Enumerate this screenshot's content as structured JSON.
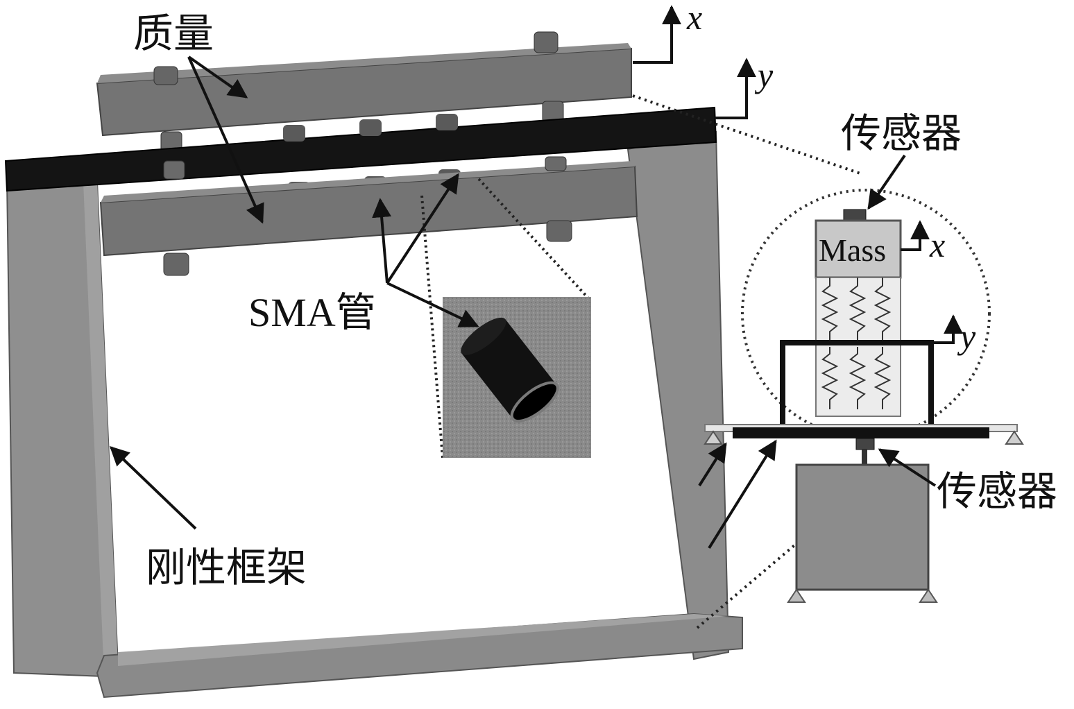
{
  "labels": {
    "mass": "质量",
    "sma_tube": "SMA管",
    "rigid_frame": "刚性框架",
    "sensor_top": "传感器",
    "sensor_bottom": "传感器",
    "mass_box": "Mass",
    "axis_x_top": "x",
    "axis_y_top": "y",
    "axis_x_schematic": "x",
    "axis_y_schematic": "y"
  },
  "colors": {
    "frame_gray": "#8f8f8f",
    "mass_block_gray": "#747474",
    "beam_black": "#141414",
    "inset_texture": "#8a8a8a",
    "mass_box_fill": "#c8c8c8",
    "base_box_fill": "#8c8c8c"
  }
}
